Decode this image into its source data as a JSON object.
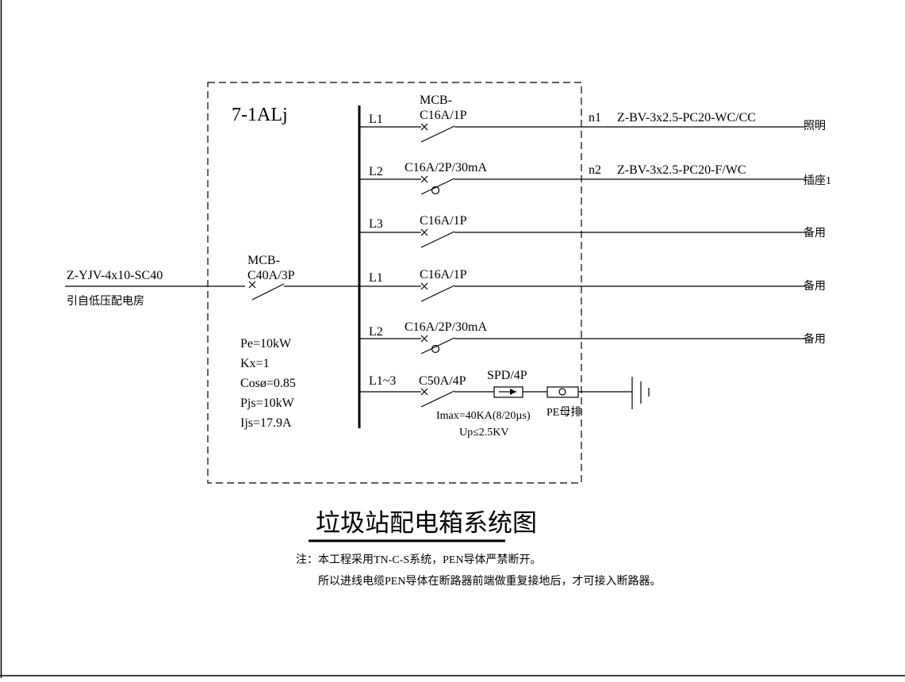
{
  "panel": {
    "name": "7-1ALj",
    "feeder_cable": "Z-YJV-4x10-SC40",
    "feeder_source": "引自低压配电房",
    "main_breaker": {
      "line1": "MCB-",
      "line2": "C40A/3P"
    },
    "params": {
      "pe": "Pe=10kW",
      "kx": "Kx=1",
      "cos": "Cosø=0.85",
      "pjs": "Pjs=10kW",
      "ijs": "Ijs=17.9A"
    }
  },
  "circuits": [
    {
      "phase": "L1",
      "breaker_top": "MCB-",
      "breaker": "C16A/1P",
      "rcd": false,
      "circuit_no": "n1",
      "cable": "Z-BV-3x2.5-PC20-WC/CC",
      "load": "照明"
    },
    {
      "phase": "L2",
      "breaker_top": "",
      "breaker": "C16A/2P/30mA",
      "rcd": true,
      "circuit_no": "n2",
      "cable": "Z-BV-3x2.5-PC20-F/WC",
      "load": "插座1"
    },
    {
      "phase": "L3",
      "breaker_top": "",
      "breaker": "C16A/1P",
      "rcd": false,
      "circuit_no": "",
      "cable": "",
      "load": "备用"
    },
    {
      "phase": "L1",
      "breaker_top": "",
      "breaker": "C16A/1P",
      "rcd": false,
      "circuit_no": "",
      "cable": "",
      "load": "备用"
    },
    {
      "phase": "L2",
      "breaker_top": "",
      "breaker": "C16A/2P/30mA",
      "rcd": true,
      "circuit_no": "",
      "cable": "",
      "load": "备用"
    }
  ],
  "spd_circuit": {
    "phase": "L1~3",
    "breaker": "C50A/4P",
    "spd": "SPD/4P",
    "imax": "Imax=40KA(8/20µs)",
    "up": "Up≤2.5KV",
    "pe_bar": "PE母排"
  },
  "title": "垃圾站配电箱系统图",
  "notes": {
    "line1": "注：本工程采用TN-C-S系统，PEN导体严禁断开。",
    "line2": "所以进线电缆PEN导体在断路器前端做重复接地后，才可接入断路器。"
  }
}
